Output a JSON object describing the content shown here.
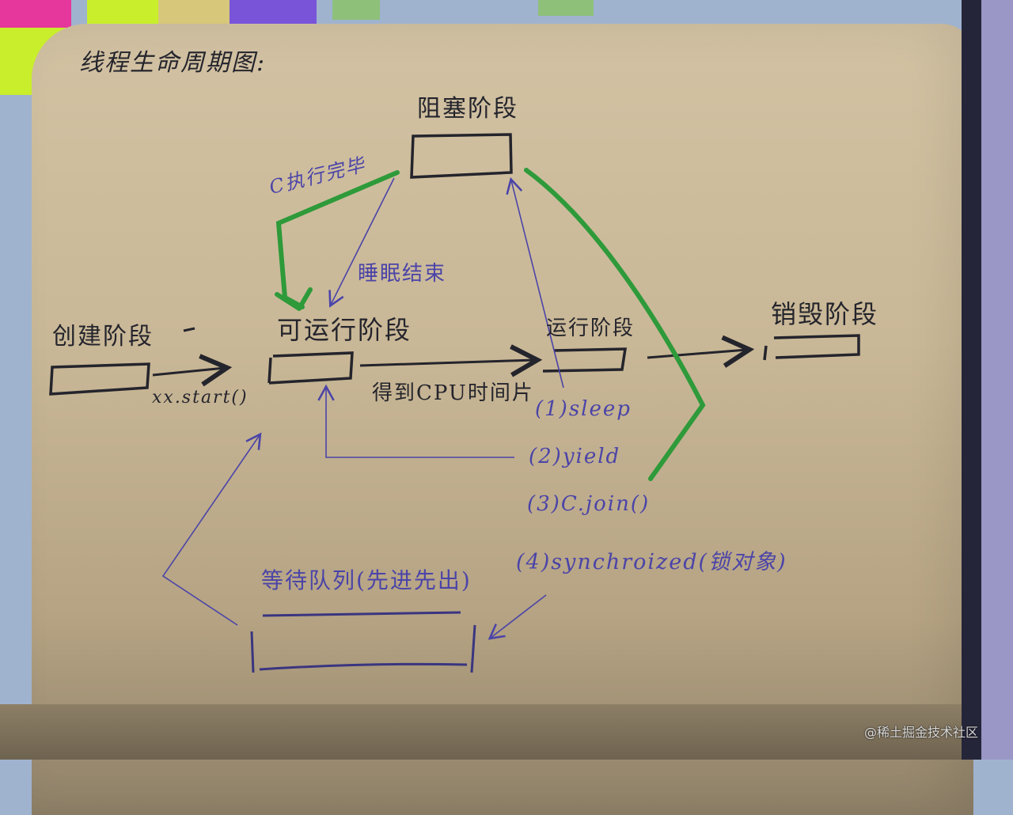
{
  "title": "线程生命周期图:",
  "stages": {
    "blocked": "阻塞阶段",
    "created": "创建阶段",
    "runnable": "可运行阶段",
    "running": "运行阶段",
    "destroyed": "销毁阶段",
    "wait_queue": "等待队列(先进先出)"
  },
  "transitions": {
    "start": "xx.start()",
    "cpu_slice": "得到CPU时间片",
    "c_done": "C执行完毕",
    "sleep_end": "睡眠结束"
  },
  "running_actions": [
    "(1)sleep",
    "(2)yield",
    "(3)C.join()",
    "(4)synchroized(锁对象)"
  ],
  "watermark": "@稀土掘金技术社区",
  "colors": {
    "ink_dark": "#24242c",
    "ink_blue": "#4b44a8",
    "marker_green": "#2e9a3a",
    "paper": "#cdbd9c"
  }
}
